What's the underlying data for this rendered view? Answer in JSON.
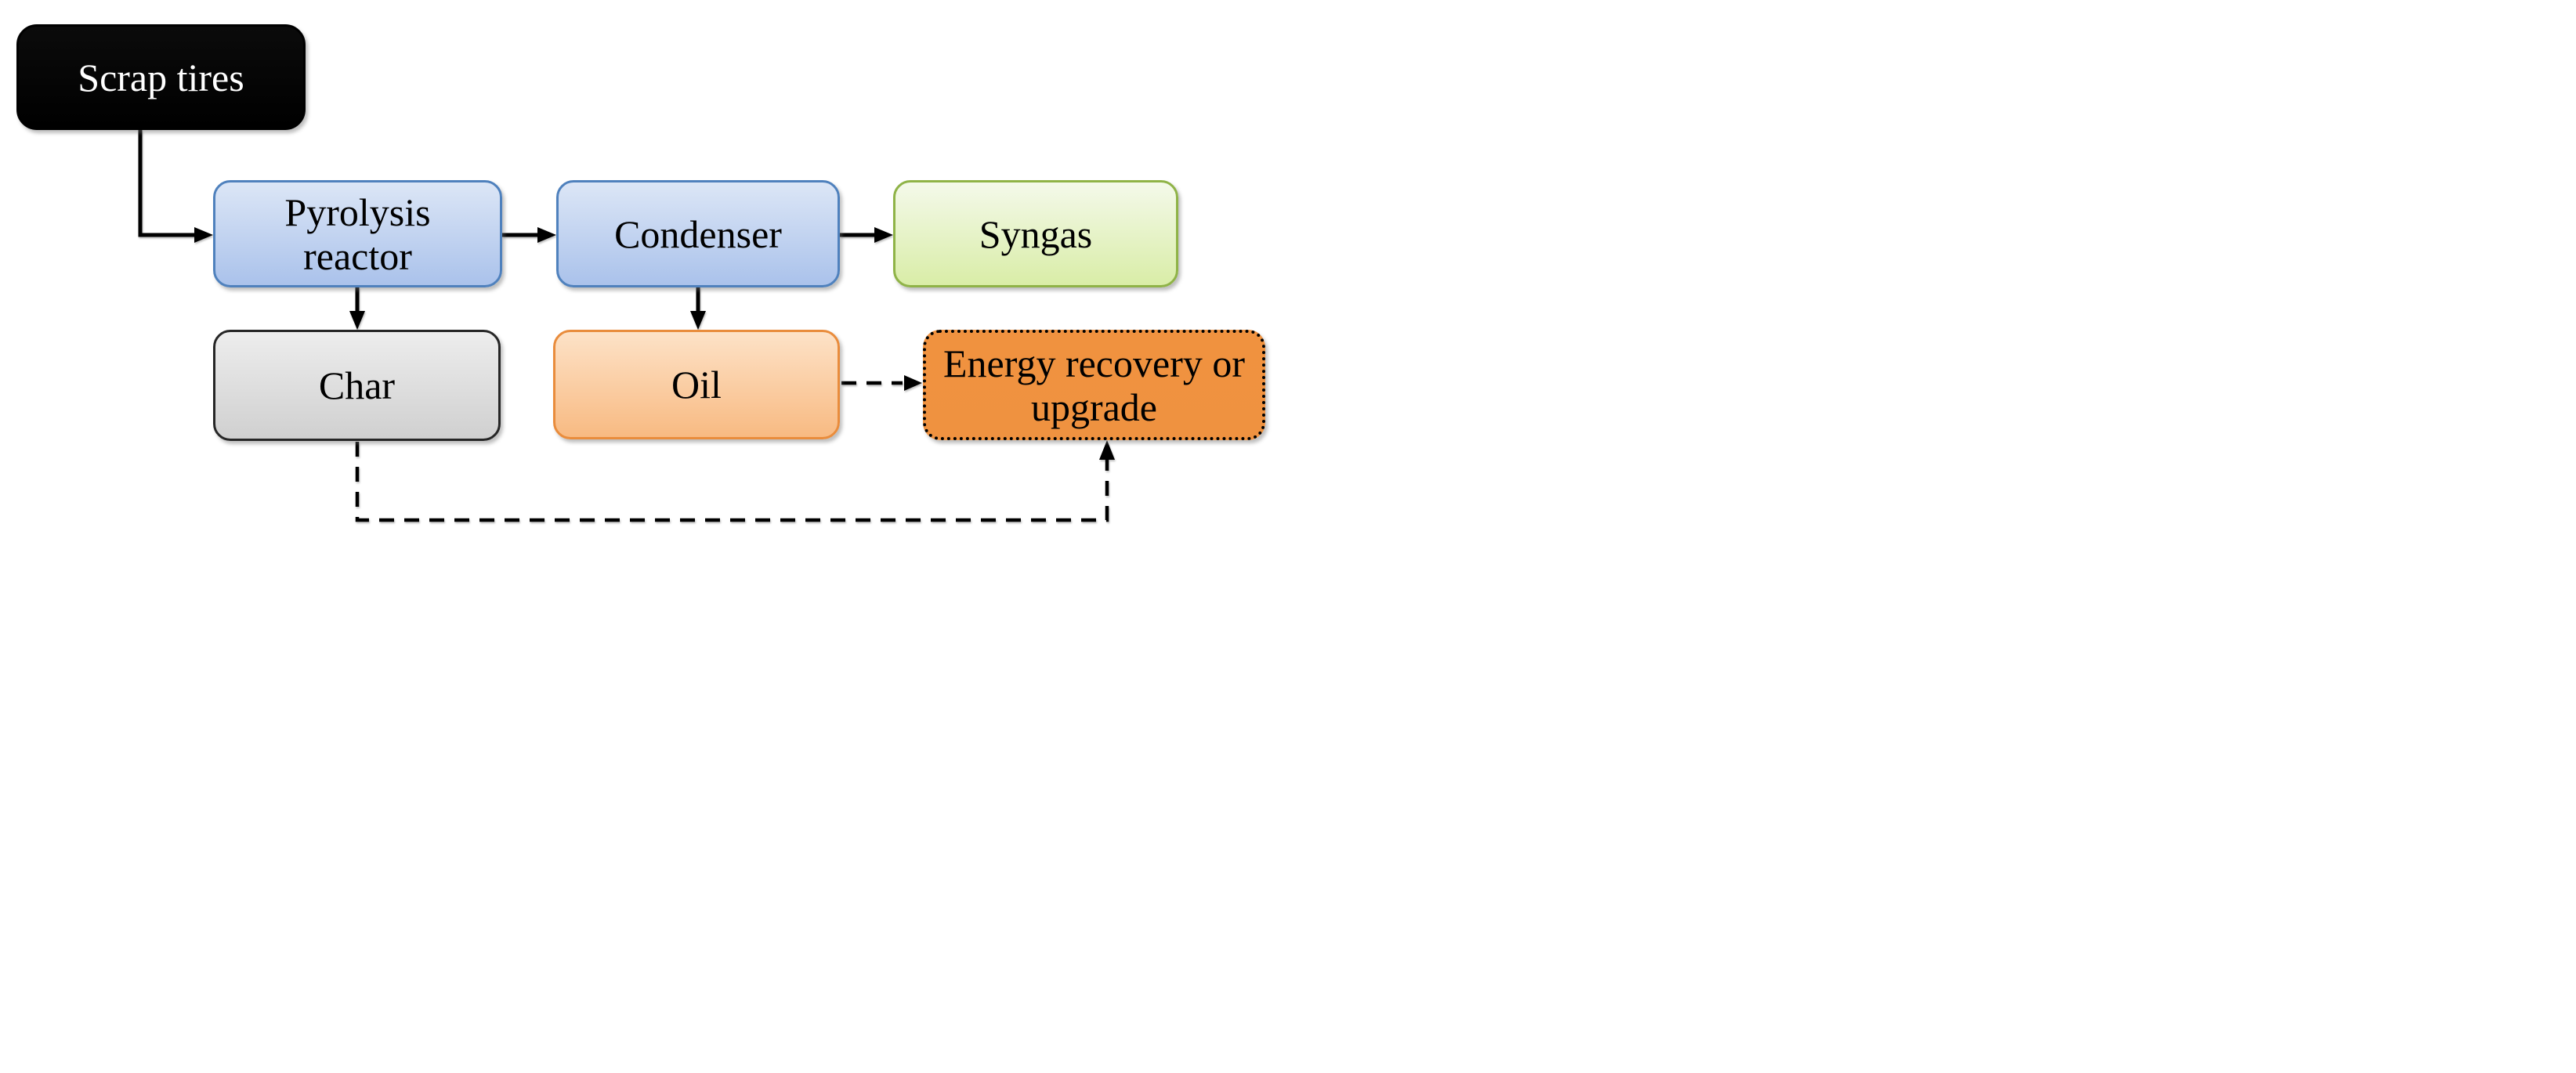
{
  "canvas": {
    "background": "#ffffff"
  },
  "nodes": {
    "scrap_tires": {
      "label": "Scrap tires",
      "fill_top": "#0b0b0b",
      "fill_bottom": "#000000",
      "border_color": "#000000",
      "border_style": "solid",
      "text_color": "#ffffff"
    },
    "pyrolysis_reactor": {
      "label": "Pyrolysis reactor",
      "fill_top": "#dce6f6",
      "fill_bottom": "#aac2eb",
      "border_color": "#4f81bd",
      "border_style": "solid",
      "text_color": "#000000"
    },
    "condenser": {
      "label": "Condenser",
      "fill_top": "#dce6f6",
      "fill_bottom": "#aac2eb",
      "border_color": "#4f81bd",
      "border_style": "solid",
      "text_color": "#000000"
    },
    "syngas": {
      "label": "Syngas",
      "fill_top": "#f4f9ea",
      "fill_bottom": "#d9eda7",
      "border_color": "#8fb347",
      "border_style": "solid",
      "text_color": "#000000"
    },
    "char": {
      "label": "Char",
      "fill_top": "#ededed",
      "fill_bottom": "#d0d0d0",
      "border_color": "#262626",
      "border_style": "solid",
      "text_color": "#000000"
    },
    "oil": {
      "label": "Oil",
      "fill_top": "#fde2c7",
      "fill_bottom": "#f8ba82",
      "border_color": "#e98c3c",
      "border_style": "solid",
      "text_color": "#000000"
    },
    "energy_recovery": {
      "label": "Energy recovery or upgrade",
      "fill_top": "#f0923f",
      "fill_bottom": "#ef9240",
      "border_color": "#000000",
      "border_style": "dotted",
      "text_color": "#000000"
    }
  },
  "edges": [
    {
      "from": "scrap_tires",
      "to": "pyrolysis_reactor",
      "style": "solid"
    },
    {
      "from": "pyrolysis_reactor",
      "to": "condenser",
      "style": "solid"
    },
    {
      "from": "condenser",
      "to": "syngas",
      "style": "solid"
    },
    {
      "from": "pyrolysis_reactor",
      "to": "char",
      "style": "solid"
    },
    {
      "from": "condenser",
      "to": "oil",
      "style": "solid"
    },
    {
      "from": "oil",
      "to": "energy_recovery",
      "style": "dashed"
    },
    {
      "from": "char",
      "to": "energy_recovery",
      "style": "dashed"
    }
  ]
}
